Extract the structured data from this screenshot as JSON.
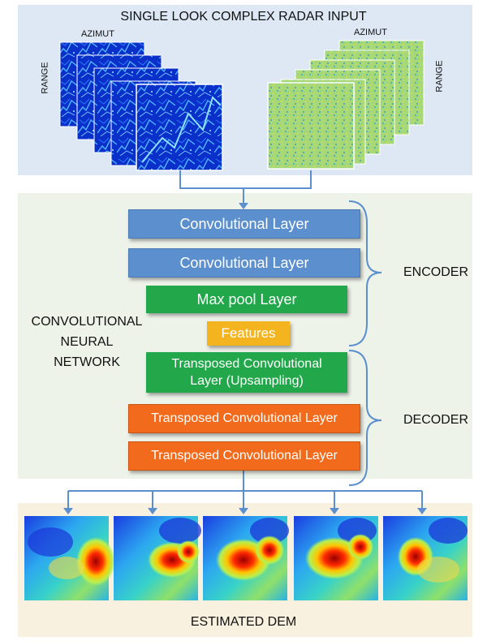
{
  "title": "SINGLE LOOK COMPLEX RADAR INPUT",
  "input_stacks": {
    "left_axis_top": "AZIMUT",
    "left_axis_side": "RANGE",
    "right_axis_top": "AZIMUT",
    "right_axis_side": "RANGE"
  },
  "network_label": "CONVOLUTIONAL NEURAL NETWORK",
  "layers": [
    {
      "label": "Convolutional Layer",
      "color": "#5b8fcd"
    },
    {
      "label": "Convolutional Layer",
      "color": "#5b8fcd"
    },
    {
      "label": "Max pool Layer",
      "color": "#22a84a"
    },
    {
      "label": "Features",
      "color": "#f4b41f"
    },
    {
      "label": "Transposed Convolutional Layer (Upsampling)",
      "color": "#22a84a"
    },
    {
      "label": "Transposed Convolutional Layer",
      "color": "#f26a1b"
    },
    {
      "label": "Transposed Convolutional Layer",
      "color": "#f26a1b"
    }
  ],
  "encoder_label": "ENCODER",
  "decoder_label": "DECODER",
  "output_label": "ESTIMATED DEM",
  "colors": {
    "input_panel": "#dde8f4",
    "network_panel": "#eef3ea",
    "output_panel": "#f8f1df",
    "arrow": "#5b8fcd"
  }
}
